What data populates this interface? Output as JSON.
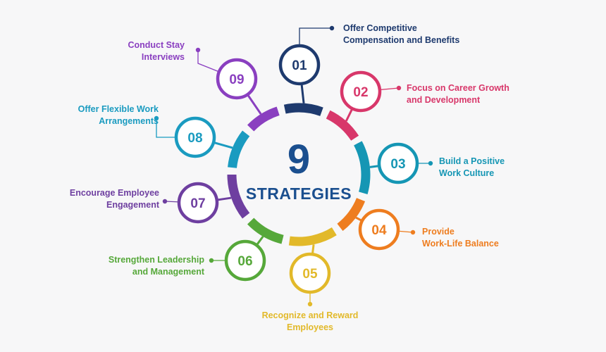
{
  "center": {
    "big_number": "9",
    "word": "STRATEGIES",
    "color": "#1b4f8f"
  },
  "strategies": [
    {
      "number": "01",
      "lines": [
        "Offer Competitive",
        "Compensation and Benefits"
      ],
      "color": "#1e3a6e"
    },
    {
      "number": "02",
      "lines": [
        "Focus on Career Growth",
        "and Development"
      ],
      "color": "#d8376a"
    },
    {
      "number": "03",
      "lines": [
        "Build a Positive",
        "Work Culture"
      ],
      "color": "#1596b4"
    },
    {
      "number": "04",
      "lines": [
        "Provide",
        "Work-Life Balance"
      ],
      "color": "#ee7d1f"
    },
    {
      "number": "05",
      "lines": [
        "Recognize and Reward",
        "Employees"
      ],
      "color": "#e2b92a"
    },
    {
      "number": "06",
      "lines": [
        "Strengthen Leadership",
        "and Management"
      ],
      "color": "#56a83a"
    },
    {
      "number": "07",
      "lines": [
        "Encourage Employee",
        "Engagement"
      ],
      "color": "#6e3fa0"
    },
    {
      "number": "08",
      "lines": [
        "Offer Flexible Work",
        "Arrangements"
      ],
      "color": "#1a9bc0"
    },
    {
      "number": "09",
      "lines": [
        "Conduct Stay",
        "Interviews"
      ],
      "color": "#8a3fc0"
    }
  ]
}
